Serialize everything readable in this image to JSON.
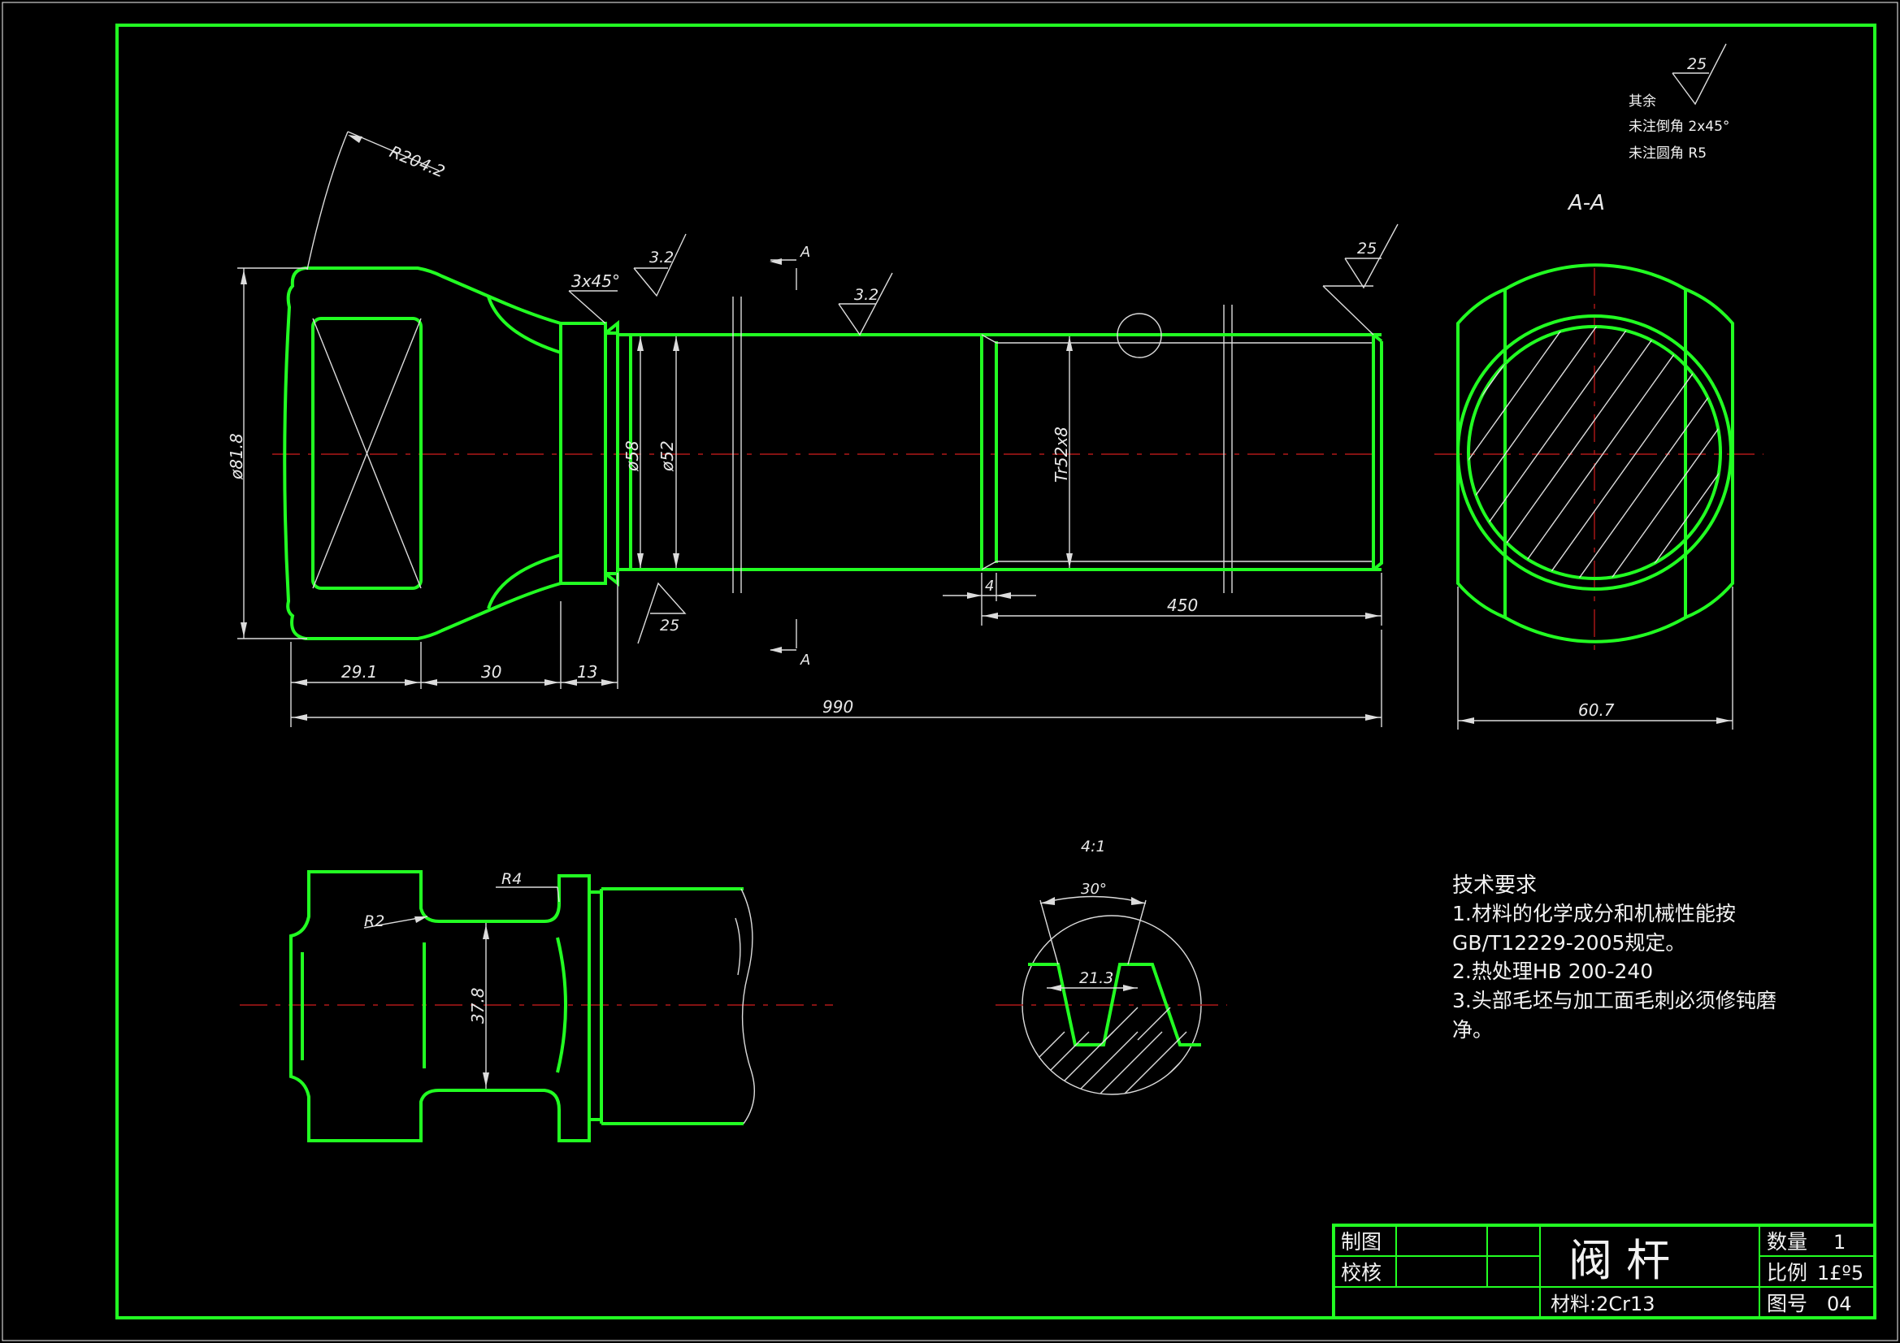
{
  "drawing": {
    "part_name": "阀 杆",
    "material": "材料:2Cr13",
    "labels": {
      "drawn": "制图",
      "checked": "校核",
      "quantity": "数量",
      "scale": "比例",
      "drawing_no": "图号"
    },
    "values": {
      "quantity": "1",
      "scale": "1£º5",
      "drawing_no": "04"
    }
  },
  "surface_note": {
    "other_roughness": "25",
    "rest": "其余",
    "chamfer": "未注倒角 2x45°",
    "fillet": "未注圆角 R5"
  },
  "tech_requirements": {
    "title": "技术要求",
    "line1": "1.材料的化学成分和机械性能按",
    "line2": "GB/T12229-2005规定。",
    "line3": "2.热处理HB 200-240",
    "line4": "3.头部毛坯与加工面毛刺必须修钝磨",
    "line5": "净。"
  },
  "views": {
    "section_label": "A-A",
    "cut_mark": "A",
    "detail_scale": "4:1"
  },
  "dimensions": {
    "R204_2": "R204.2",
    "chamfer3x45": "3x45°",
    "r32a": "3.2",
    "r32b": "3.2",
    "r25a": "25",
    "r25b": "25",
    "d81_8": "ø81.8",
    "d58": "ø58",
    "d52": "ø52",
    "tr52": "Tr52x8",
    "w4": "4",
    "l450": "450",
    "l29_1": "29.1",
    "l30": "30",
    "l13": "13",
    "l990": "990",
    "w60_7": "60.7",
    "r4": "R4",
    "r2": "R2",
    "d37_8": "37.8",
    "a30": "30°",
    "w21_3": "21.3"
  }
}
